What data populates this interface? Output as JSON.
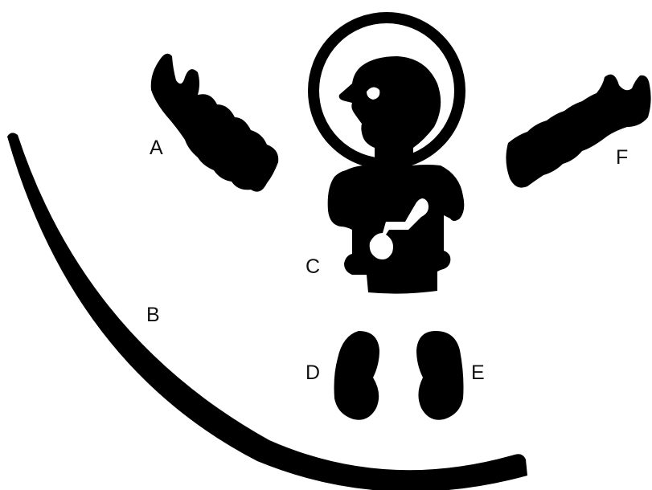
{
  "colors": {
    "ink": "#000000",
    "background": "#ffffff"
  },
  "labels": {
    "a": "A",
    "b": "B",
    "c": "C",
    "d": "D",
    "e": "E",
    "f": "F"
  }
}
